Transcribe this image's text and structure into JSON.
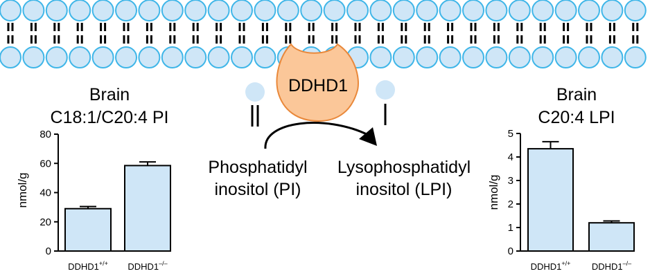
{
  "enzyme": {
    "label": "DDHD1"
  },
  "substrate": {
    "line1": "Phosphatidyl",
    "line2": "inositol (PI)"
  },
  "product": {
    "line1": "Lysophosphatidyl",
    "line2": "inositol (LPI)"
  },
  "colors": {
    "membrane_fill": "#cfe6f7",
    "membrane_stroke": "#3fb6e8",
    "enzyme_fill": "#fbc799",
    "enzyme_stroke": "#e9883a",
    "bar_fill": "#cfe6f7",
    "lipid_head": "#cfe6f7"
  },
  "chart_data": [
    {
      "type": "bar",
      "title_line1": "Brain",
      "title_line2": "C18:1/C20:4 PI",
      "ylabel": "nmol/g",
      "ylim": [
        0,
        80
      ],
      "yticks": [
        "0",
        "20",
        "40",
        "60",
        "80"
      ],
      "categories": [
        {
          "base": "DDHD1",
          "sup": "+/+"
        },
        {
          "base": "DDHD1",
          "sup": "–/–"
        }
      ],
      "values": [
        29,
        58.5
      ],
      "errors": [
        1.5,
        2.5
      ]
    },
    {
      "type": "bar",
      "title_line1": "Brain",
      "title_line2": "C20:4 LPI",
      "ylabel": "nmol/g",
      "ylim": [
        0,
        5
      ],
      "yticks": [
        "0",
        "1",
        "2",
        "3",
        "4",
        "5"
      ],
      "categories": [
        {
          "base": "DDHD1",
          "sup": "+/+"
        },
        {
          "base": "DDHD1",
          "sup": "–/–"
        }
      ],
      "values": [
        4.35,
        1.2
      ],
      "errors": [
        0.3,
        0.08
      ]
    }
  ]
}
